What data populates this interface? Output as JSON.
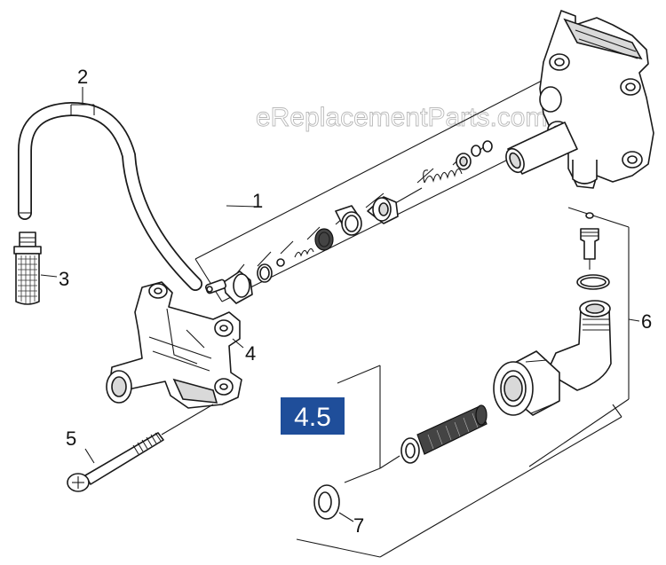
{
  "watermark": "eReplacementParts.com",
  "section_badge": {
    "label": "4.5",
    "bg_color": "#1f4e9a",
    "text_color": "#ffffff"
  },
  "callouts": {
    "c1": "1",
    "c2": "2",
    "c3": "3",
    "c4": "4",
    "c5": "5",
    "c6": "6",
    "c7": "7"
  }
}
